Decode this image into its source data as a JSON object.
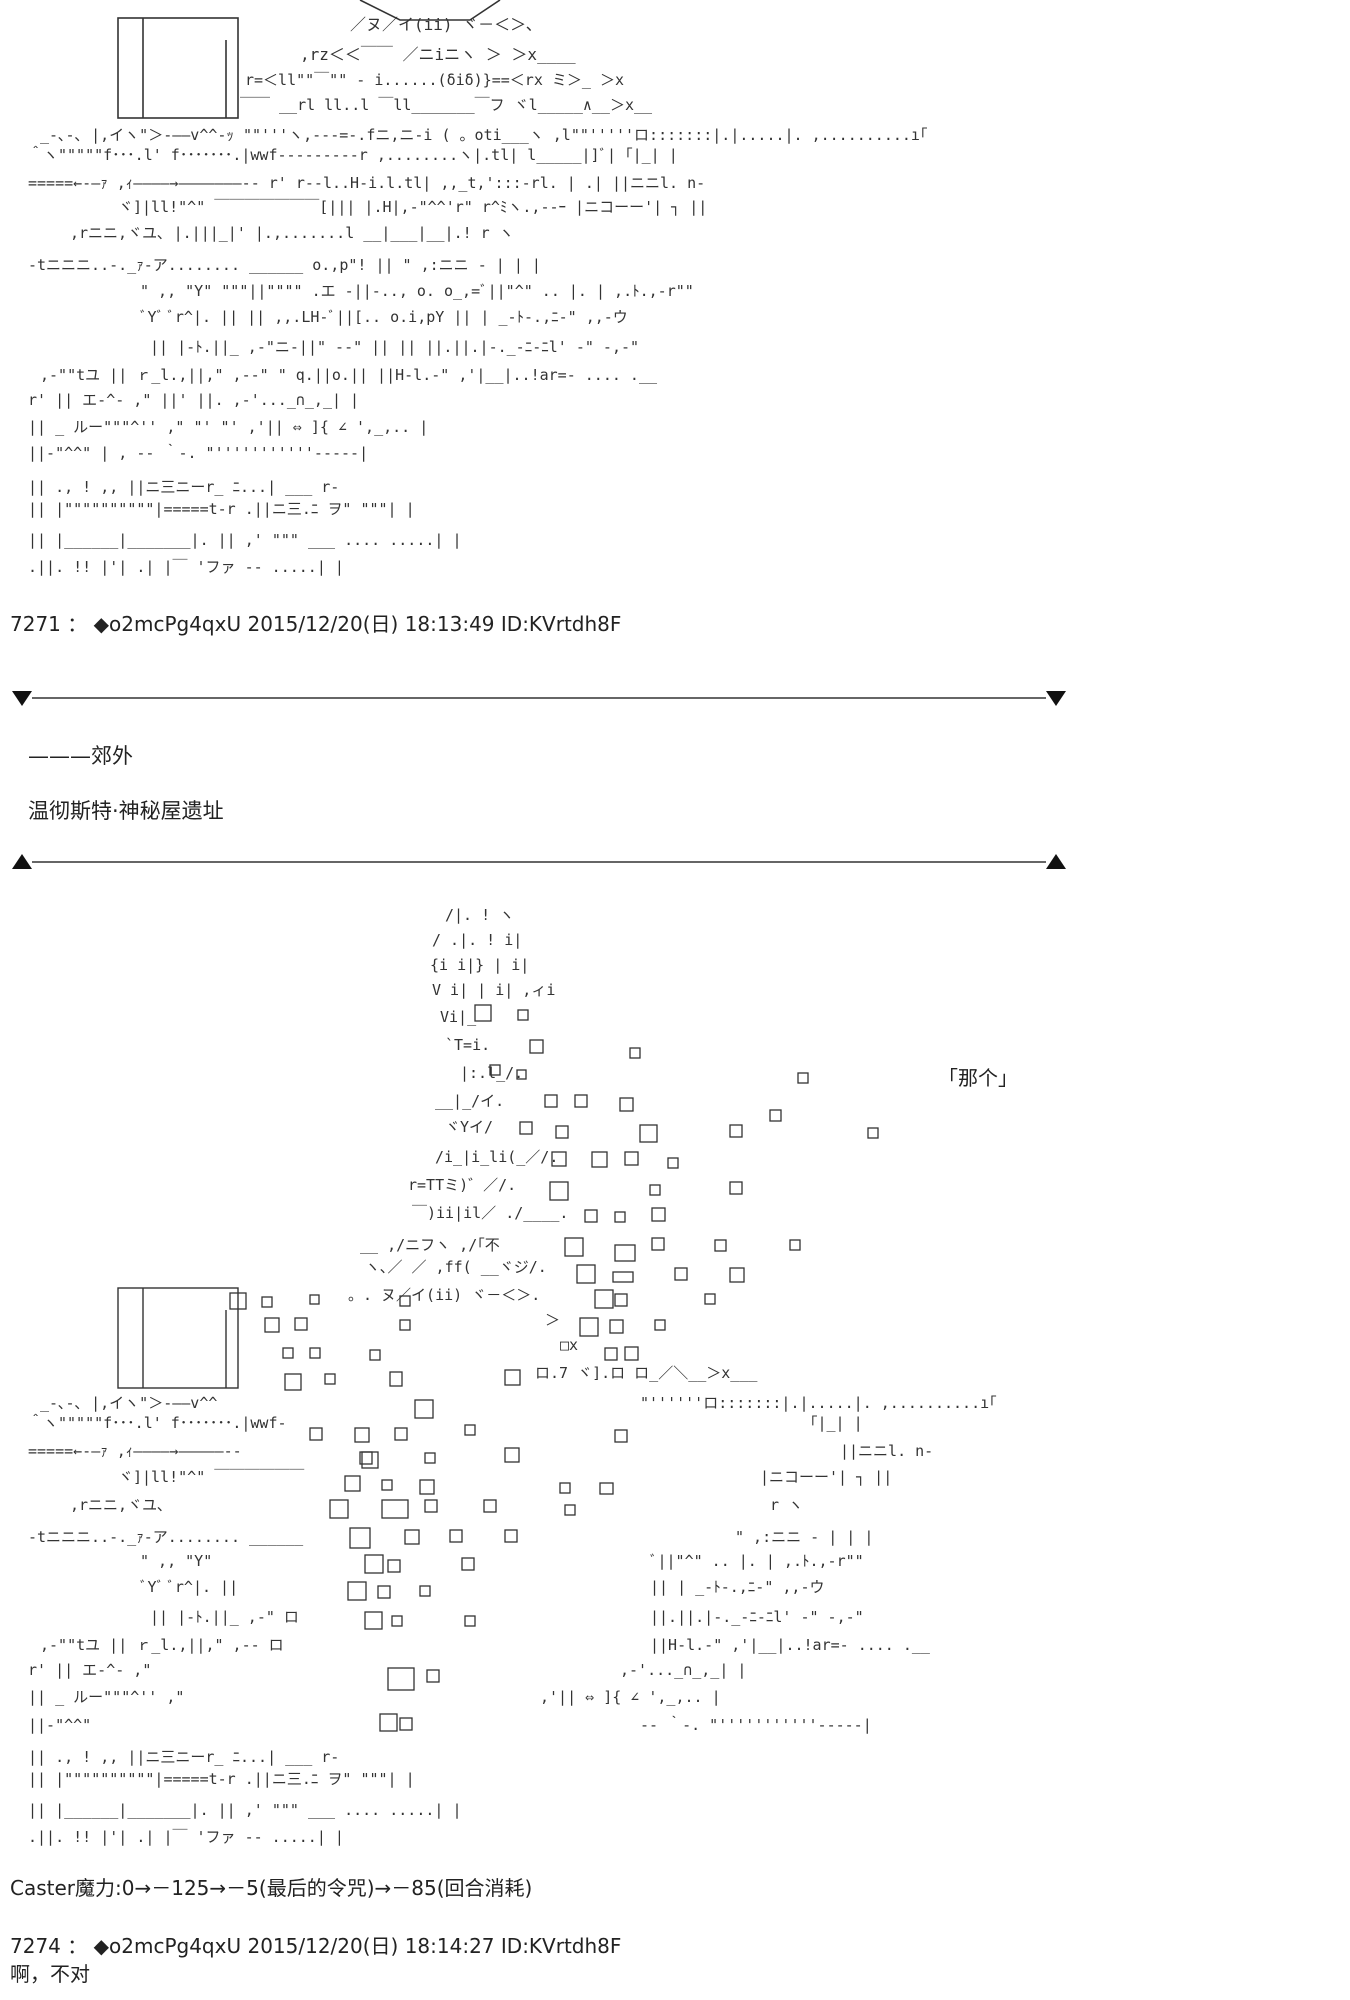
{
  "post_top": {
    "number": "7271",
    "separator": "：",
    "author": "◆o2mcPg4qxU",
    "date": "2015/12/20(日) 18:13:49",
    "id": "ID:KVrtdh8F"
  },
  "scene": {
    "line1": "———郊外",
    "line2": "温彻斯特·神秘屋遗址"
  },
  "speech_bubble": "「那个」",
  "status_line": "Caster魔力:0→－125→－5(最后的令咒)→－85(回合消耗)",
  "post_bottom": {
    "number": "7274",
    "separator": "：",
    "author": "◆o2mcPg4qxU",
    "date": "2015/12/20(日) 18:14:27",
    "id": "ID:KVrtdh8F",
    "text": "啊，不对"
  }
}
